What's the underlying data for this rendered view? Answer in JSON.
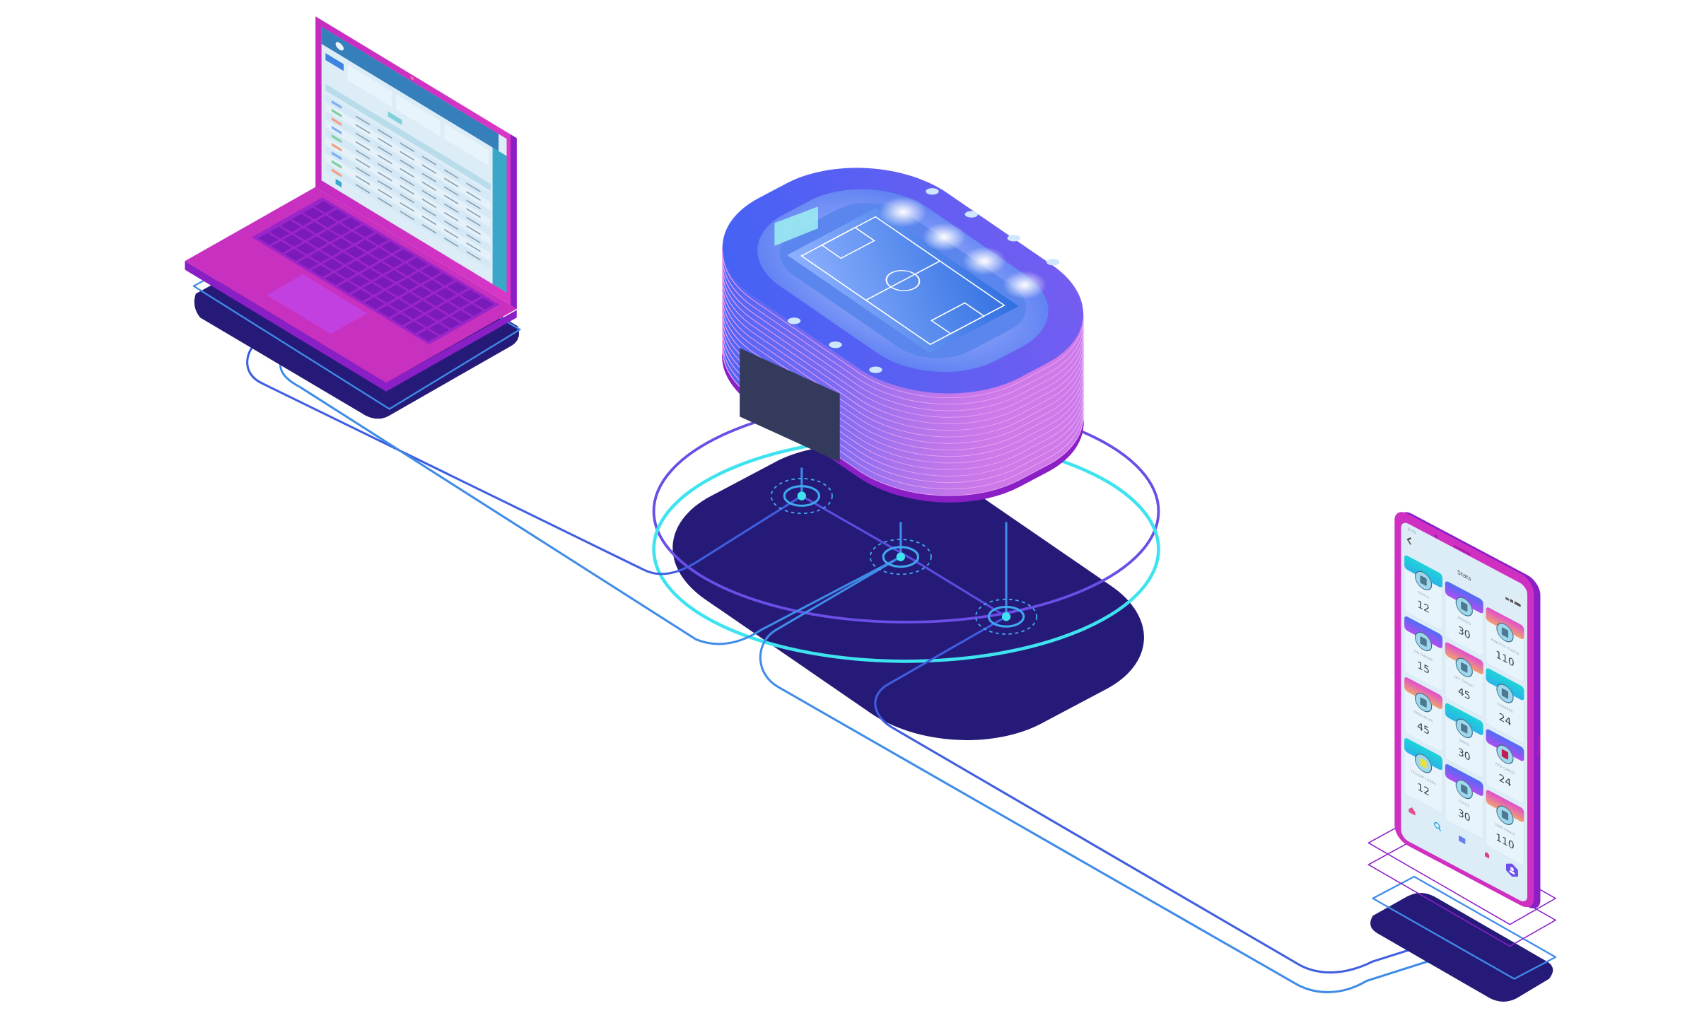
{
  "colors": {
    "magenta": "#d030c2",
    "purple": "#8a1fc6",
    "navy": "#261a78",
    "stadium_blue": "#4a6cf7",
    "cyan": "#3fe3f0",
    "wire": "#3f8ce8",
    "screen_bg": "#dcedf8"
  },
  "phone": {
    "status_time": "9:41",
    "title": "Stats",
    "stats": [
      {
        "label": "GOALS",
        "value": "12",
        "icon": "goal-net-icon",
        "theme": [
          "#1fd3d8",
          "#29b4e8"
        ]
      },
      {
        "label": "ASSISTS",
        "value": "30",
        "icon": "assist-icon",
        "theme": [
          "#4f6cf5",
          "#b04ef0"
        ]
      },
      {
        "label": "MINUTES PLAYED",
        "value": "110",
        "icon": "stopwatch-icon",
        "theme": [
          "#e04ecf",
          "#f0a070"
        ]
      },
      {
        "label": "ON TARGET",
        "value": "15",
        "icon": "shot-on-target-icon",
        "theme": [
          "#4f6cf5",
          "#b04ef0"
        ]
      },
      {
        "label": "OFF TARGET",
        "value": "45",
        "icon": "shot-off-target-icon",
        "theme": [
          "#e04ecf",
          "#f0a070"
        ]
      },
      {
        "label": "CORNERS",
        "value": "24",
        "icon": "corner-flag-icon",
        "theme": [
          "#1fd3d8",
          "#29b4e8"
        ]
      },
      {
        "label": "FREE KICKS",
        "value": "45",
        "icon": "free-kick-icon",
        "theme": [
          "#e04ecf",
          "#f0a070"
        ]
      },
      {
        "label": "SAVES",
        "value": "30",
        "icon": "glove-save-icon",
        "theme": [
          "#1fd3d8",
          "#29b4e8"
        ]
      },
      {
        "label": "RED CARDS",
        "value": "24",
        "icon": "red-card-icon",
        "theme": [
          "#4f6cf5",
          "#b04ef0"
        ]
      },
      {
        "label": "YELLOW CARDS",
        "value": "12",
        "icon": "yellow-card-icon",
        "theme": [
          "#1fd3d8",
          "#29b4e8"
        ]
      },
      {
        "label": "FOULS",
        "value": "30",
        "icon": "whistle-icon",
        "theme": [
          "#4f6cf5",
          "#b04ef0"
        ]
      },
      {
        "label": "OWN GOALS",
        "value": "110",
        "icon": "own-goal-icon",
        "theme": [
          "#e04ecf",
          "#f0a070"
        ]
      }
    ],
    "nav": [
      "home-icon",
      "search-icon",
      "grid-icon",
      "bell-icon",
      "profile-icon"
    ]
  }
}
